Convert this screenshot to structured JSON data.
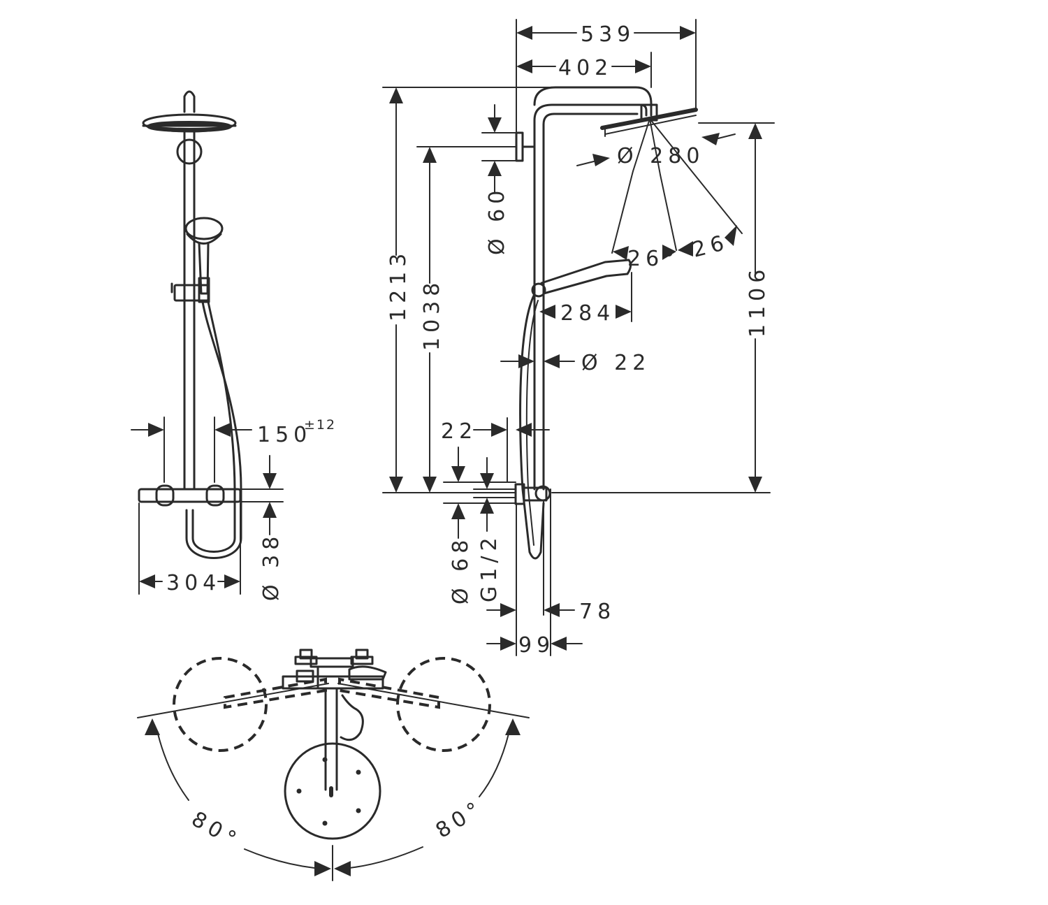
{
  "drawing": {
    "line_color": "#2a2a2a",
    "background": "#ffffff"
  },
  "front_view": {
    "dim_150": "150",
    "dim_150_tolerance": "±12",
    "dim_304": "304",
    "dim_d38": "Ø 38"
  },
  "side_view": {
    "dim_539": "539",
    "dim_402": "402",
    "dim_d280": "Ø 280",
    "dim_d60": "Ø 60",
    "dim_1213": "1213",
    "dim_1038": "1038",
    "dim_1106": "1106",
    "dim_26_left": "26°",
    "dim_26_right": "26°",
    "dim_284": "284",
    "dim_d22": "Ø 22",
    "dim_22": "22",
    "dim_d68": "Ø 68",
    "dim_g12": "G1/2",
    "dim_78": "78",
    "dim_99": "99"
  },
  "top_view": {
    "angle_left": "80°",
    "angle_right": "80°"
  }
}
